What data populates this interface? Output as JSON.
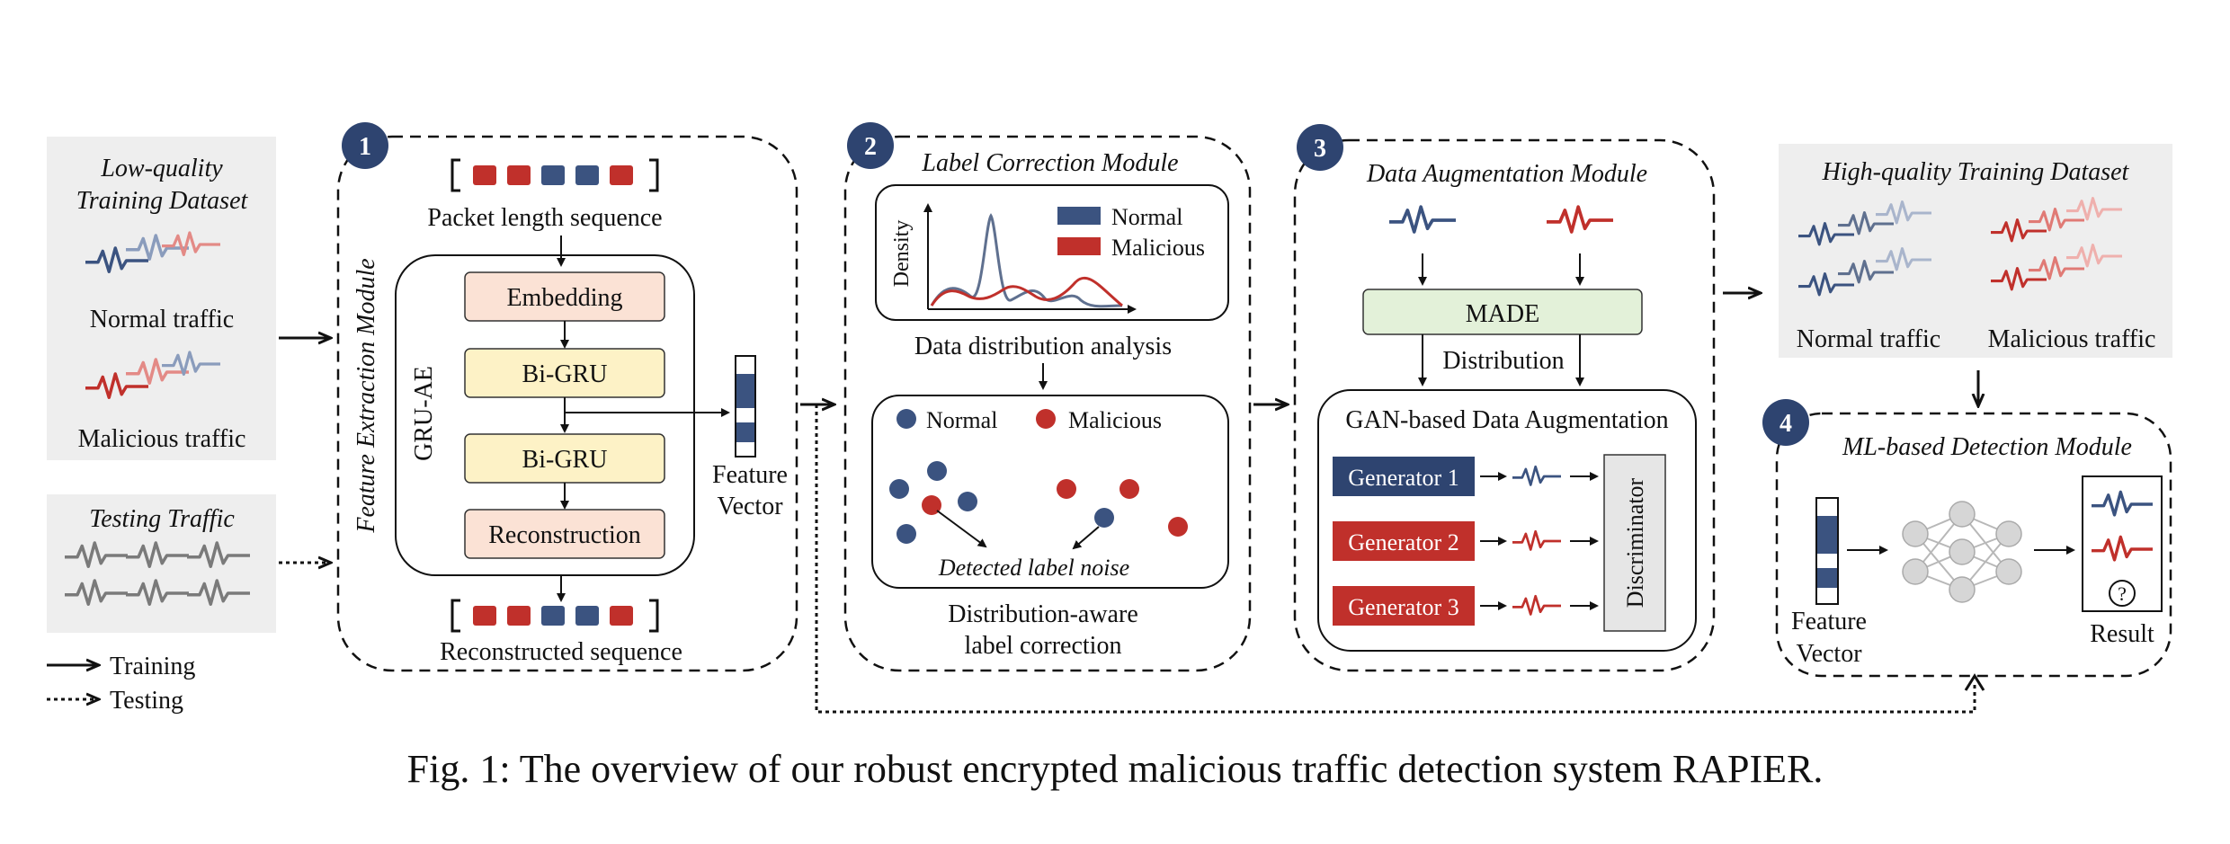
{
  "colors": {
    "normal": "#3b5380",
    "malicious": "#c0302b",
    "gray_panel": "#eeeeee",
    "peach": "#fbe2d5",
    "yellow": "#fdf2c6",
    "green": "#e3f1d9",
    "badge": "#2e4470"
  },
  "left": {
    "low_quality_title": [
      "Low-quality",
      "Training Dataset"
    ],
    "normal_traffic": "Normal traffic",
    "malicious_traffic": "Malicious traffic",
    "testing_title": "Testing Traffic",
    "legend_training": "Training",
    "legend_testing": "Testing"
  },
  "module1": {
    "badge": "1",
    "title": "Feature Extraction Module",
    "input_label": "Packet length sequence",
    "autoencoder": "GRU-AE",
    "layers": [
      "Embedding",
      "Bi-GRU",
      "Bi-GRU",
      "Reconstruction"
    ],
    "output_label": "Reconstructed sequence",
    "feature_vector": [
      "Feature",
      "Vector"
    ]
  },
  "module2": {
    "badge": "2",
    "title": "Label Correction Module",
    "density_axis": "Density",
    "legend_normal": "Normal",
    "legend_malicious": "Malicious",
    "distribution_label": "Data distribution analysis",
    "dot_legend_normal": "Normal",
    "dot_legend_malicious": "Malicious",
    "noise_label": "Detected label noise",
    "correction_label": [
      "Distribution-aware",
      "label correction"
    ]
  },
  "module3": {
    "badge": "3",
    "title": "Data Augmentation Module",
    "made": "MADE",
    "distribution": "Distribution",
    "gan_title": "GAN-based Data Augmentation",
    "generators": [
      "Generator 1",
      "Generator 2",
      "Generator 3"
    ],
    "discriminator": "Discriminator"
  },
  "right": {
    "hq_title": "High-quality Training Dataset",
    "normal_traffic": "Normal traffic",
    "malicious_traffic": "Malicious traffic"
  },
  "module4": {
    "badge": "4",
    "title": "ML-based Detection Module",
    "feature_vector": [
      "Feature",
      "Vector"
    ],
    "result": "Result",
    "unknown": "?"
  },
  "caption": "Fig. 1: The overview of our robust encrypted malicious traffic detection system RAPIER."
}
